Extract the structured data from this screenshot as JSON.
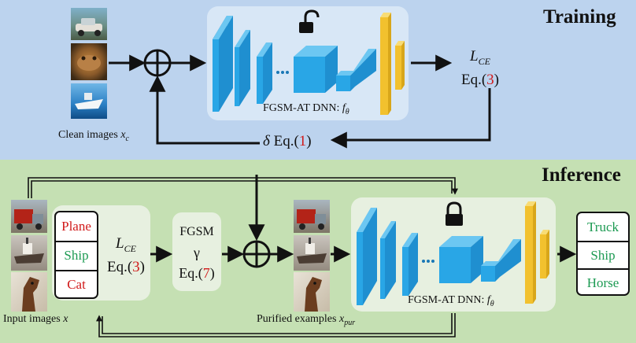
{
  "training": {
    "title": "Training",
    "clean_images_label": "Clean images",
    "clean_images_var": "x",
    "clean_images_sub": "c",
    "dnn_label": "FGSM-AT DNN:",
    "dnn_var": "f",
    "dnn_sub": "θ",
    "loss": "L",
    "loss_sub": "CE",
    "loss_eq_prefix": "Eq.(",
    "loss_eq_num": "3",
    "loss_eq_suffix": ")",
    "delta_symbol": "δ",
    "delta_eq_prefix": " Eq.(",
    "delta_eq_num": "1",
    "delta_eq_suffix": ")"
  },
  "inference": {
    "title": "Inference",
    "input_images_label": "Input images",
    "input_images_var": "x",
    "class_candidates": [
      "Plane",
      "Ship",
      "Cat"
    ],
    "loss": "L",
    "loss_sub": "CE",
    "loss_eq_prefix": "Eq.(",
    "loss_eq_num": "3",
    "loss_eq_suffix": ")",
    "fgsm_title": "FGSM",
    "fgsm_gamma": "γ",
    "fgsm_eq_prefix": "Eq.(",
    "fgsm_eq_num": "7",
    "fgsm_eq_suffix": ")",
    "purified_label": "Purified examples",
    "purified_var": "x",
    "purified_sub": "pur",
    "dnn_label": "FGSM-AT DNN:",
    "dnn_var": "f",
    "dnn_sub": "θ",
    "outputs": [
      "Truck",
      "Ship",
      "Horse"
    ]
  },
  "colors": {
    "training_bg": "#bcd3ee",
    "inference_bg": "#c5e0b3",
    "panel_bg": "#e7f0e0",
    "dnn_panel_bg": "#d8e7f6",
    "layer_blue": "#29a6e6",
    "layer_blue_dark": "#1a78b6",
    "layer_gold": "#f2c12e",
    "wrong_class": "#d11a1a",
    "right_class": "#1c9a52"
  },
  "icons": {
    "training_lock": "unlocked-padlock-icon",
    "inference_lock": "locked-padlock-icon",
    "sum": "circled-plus-icon"
  }
}
